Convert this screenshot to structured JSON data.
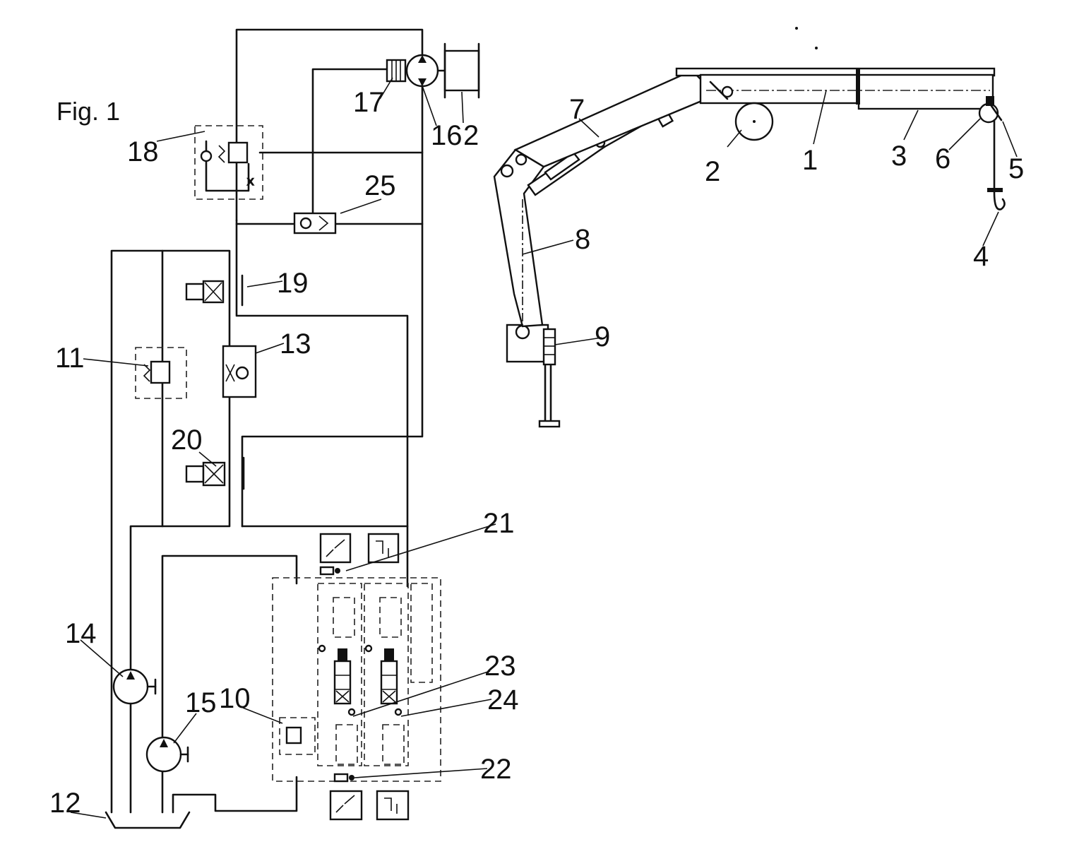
{
  "figure": {
    "title": "Fig. 1",
    "labels": {
      "l1": "1",
      "l2a": "2",
      "l2b": "2",
      "l3": "3",
      "l4": "4",
      "l5": "5",
      "l6": "6",
      "l7": "7",
      "l8": "8",
      "l9": "9",
      "l10": "10",
      "l11": "11",
      "l12": "12",
      "l13": "13",
      "l14": "14",
      "l15": "15",
      "l16": "16",
      "l17": "17",
      "l18": "18",
      "l19": "19",
      "l20": "20",
      "l21": "21",
      "l22": "22",
      "l23": "23",
      "l24": "24",
      "l25": "25"
    }
  }
}
